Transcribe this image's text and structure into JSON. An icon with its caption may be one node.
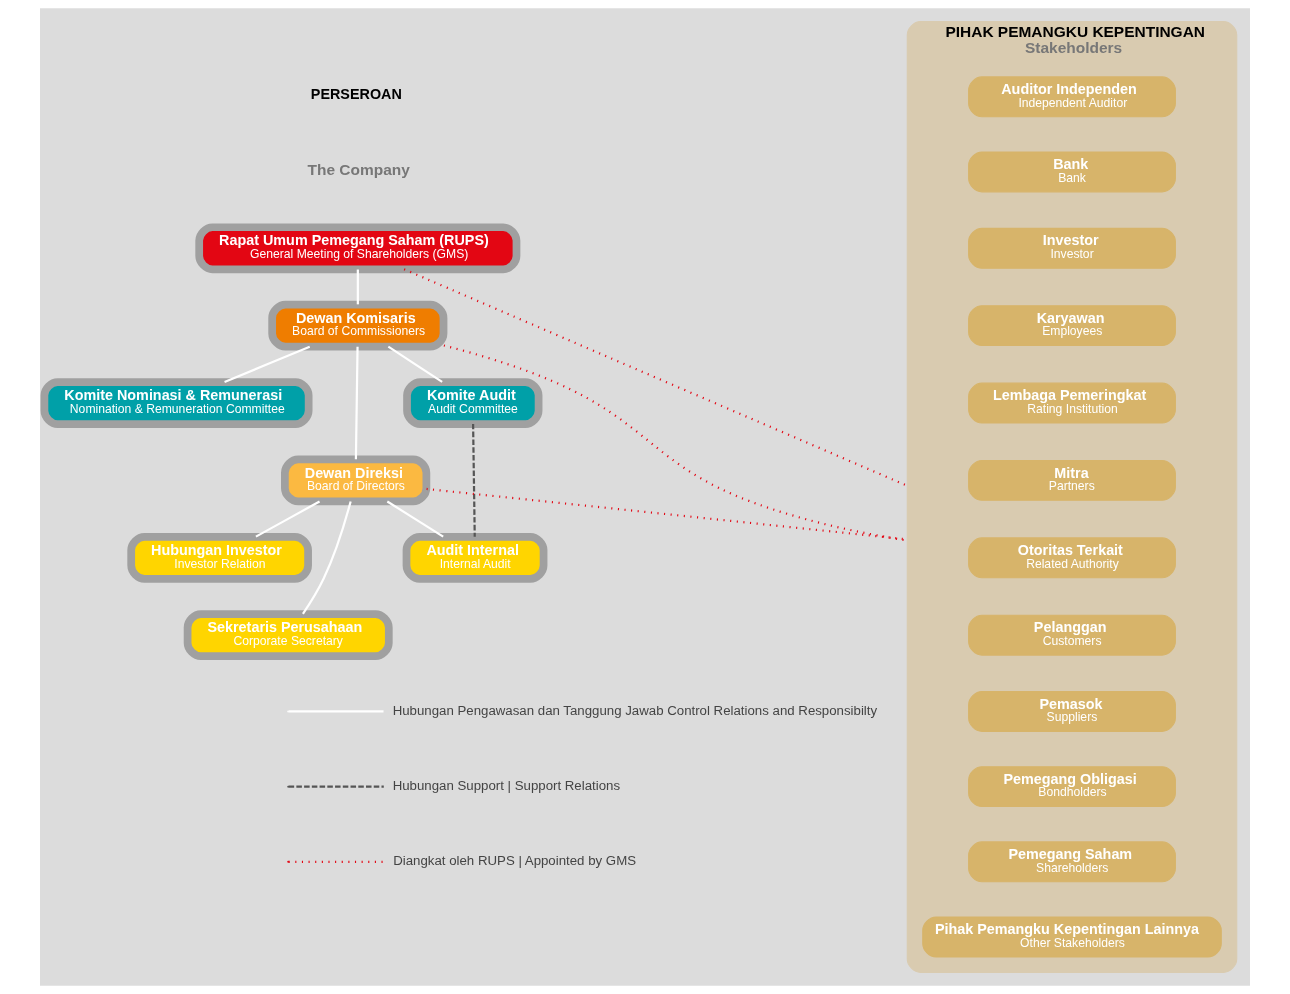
{
  "diagram": {
    "nodes": [
      {
        "text": [
          "Rapat Umum Pemegang Saham (RUPS)",
          "General Meeting of Shareholders (GMS)"
        ]
      },
      {
        "text": [
          "Dewan Komisaris",
          "Board of Commissioners"
        ]
      },
      {
        "text": [
          "Komite Nominasi & Remunerasi",
          "Nomination & Remuneration Committee"
        ]
      },
      {
        "text": [
          "Komite Audit",
          "Audit Committee"
        ]
      },
      {
        "text": [
          "Dewan Direksi",
          "Board of Directors"
        ]
      },
      {
        "text": [
          "Hubungan Investor",
          "Investor Relation"
        ]
      },
      {
        "text": [
          "Audit Internal",
          "Internal Audit"
        ]
      },
      {
        "text": [
          "Sekretaris Perusahaan",
          "Corporate Secretary"
        ]
      },
      {
        "text": [
          "PIHAK PEMANGKU KEPENTINGAN",
          "Stakeholders"
        ]
      },
      {
        "text": [
          "Auditor Independen",
          "Independent Auditor"
        ],
        "in": 8
      },
      {
        "text": [
          "Bank",
          "Bank"
        ],
        "in": 8
      },
      {
        "text": [
          "Investor",
          "Investor"
        ],
        "in": 8
      },
      {
        "text": [
          "Karyawan",
          "Employees"
        ],
        "in": 8
      },
      {
        "text": [
          "Lembaga Pemeringkat",
          "Rating Institution"
        ],
        "in": 8
      },
      {
        "text": [
          "Mitra",
          "Partners"
        ],
        "in": 8
      },
      {
        "text": [
          "Otoritas Terkait",
          "Related Authority"
        ],
        "in": 8
      },
      {
        "text": [
          "Pelanggan",
          "Customers"
        ],
        "in": 8
      },
      {
        "text": [
          "Pemasok",
          "Suppliers"
        ],
        "in": 8
      },
      {
        "text": [
          "Pemegang Obligasi",
          "Bondholders"
        ],
        "in": 8
      },
      {
        "text": [
          "Pemegang Saham",
          "Shareholders"
        ],
        "in": 8
      },
      {
        "text": [
          "Pihak Pemangku Kepentingan Lainnya",
          "Other Stakeholders"
        ],
        "in": 8
      }
    ],
    "edges": [
      {
        "from": 0,
        "to": 1,
        "arrow": "none"
      },
      {
        "from": 1,
        "to": 2,
        "arrow": "none"
      },
      {
        "from": 1,
        "to": 3,
        "arrow": "none"
      },
      {
        "from": 1,
        "to": 4,
        "arrow": "none"
      },
      {
        "from": 4,
        "to": 5,
        "arrow": "none"
      },
      {
        "from": 4,
        "to": 6,
        "arrow": "none"
      },
      {
        "from": 4,
        "to": 7,
        "arrow": "none"
      },
      {
        "from": 3,
        "to": 6,
        "arrow": "none",
        "style": "dashed",
        "color": "#555555"
      },
      {
        "from": 0,
        "to": 8,
        "arrow": "none",
        "style": "dashed",
        "color": "#e30613"
      },
      {
        "from": 1,
        "to": 8,
        "arrow": "none",
        "style": "dashed",
        "color": "#e30613"
      },
      {
        "from": 4,
        "to": 8,
        "arrow": "none",
        "style": "dashed",
        "color": "#e30613"
      }
    ],
    "labels": [
      "PERSEROAN",
      "The Company"
    ],
    "legend": [
      {
        "text": "Hubungan Pengawasan dan Tanggung Jawab Control Relations and Responsibilty"
      },
      {
        "text": "Hubungan Support | Support Relations"
      },
      {
        "text": "Diangkat oleh RUPS | Appointed by GMS"
      }
    ]
  }
}
